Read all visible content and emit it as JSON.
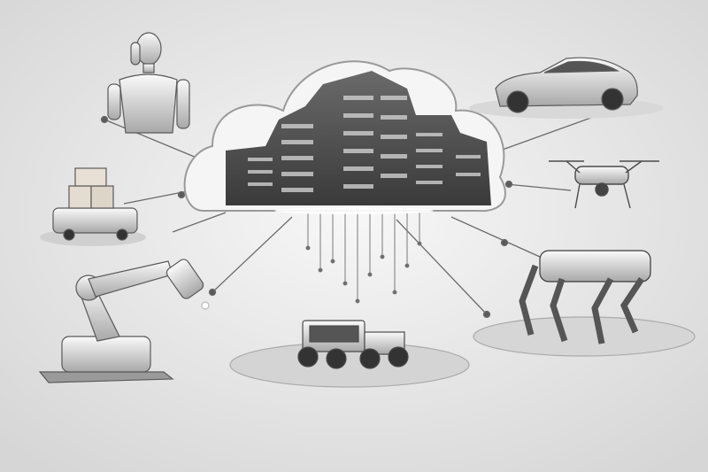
{
  "scene": {
    "subject": "cloud-robotics-network",
    "palette": {
      "background": "#e9e9e9",
      "cloud": "#f4f4f4",
      "server": "#4a4a4a",
      "line": "#6a6a6a",
      "glow": "#ffffff"
    },
    "nodes": [
      "humanoid-robot",
      "autonomous-car",
      "delivery-robot",
      "drone",
      "industrial-robot-arm",
      "utility-vehicle",
      "quadruped-robot"
    ]
  }
}
